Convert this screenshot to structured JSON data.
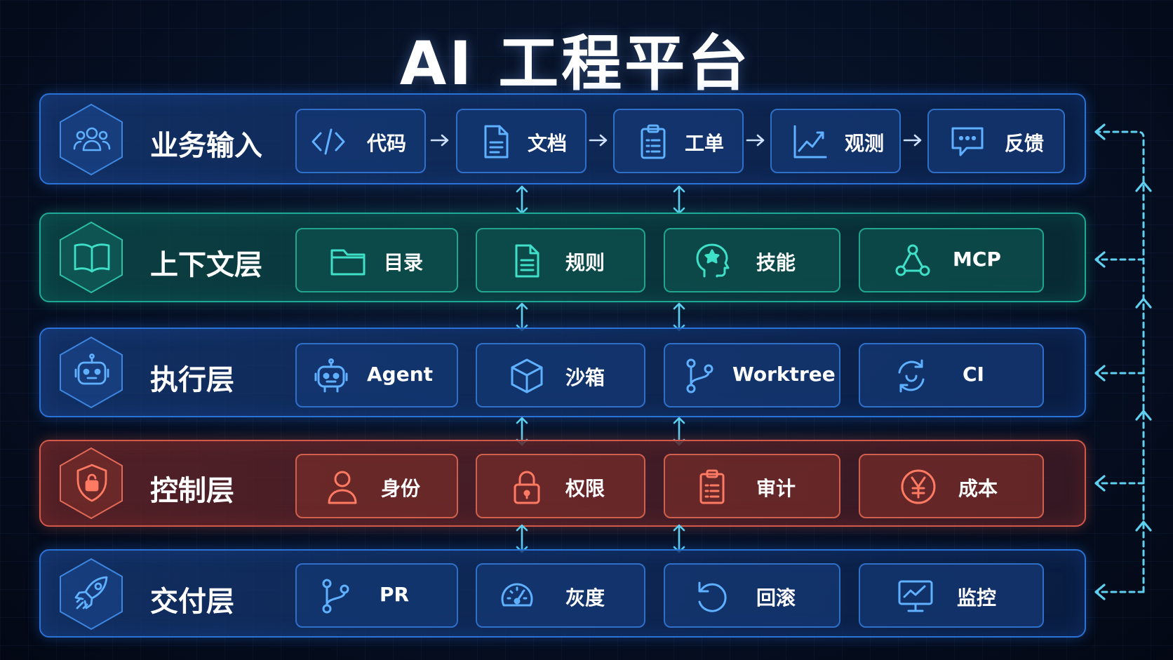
{
  "title": "AI 工程平台",
  "layers": [
    {
      "label": "业务输入",
      "icon": "users-icon",
      "items": [
        {
          "label": "代码",
          "icon": "code-icon"
        },
        {
          "label": "文档",
          "icon": "document-icon"
        },
        {
          "label": "工单",
          "icon": "clipboard-icon"
        },
        {
          "label": "观测",
          "icon": "line-chart-icon"
        },
        {
          "label": "反馈",
          "icon": "chat-bubble-icon"
        }
      ]
    },
    {
      "label": "上下文层",
      "icon": "open-book-icon",
      "items": [
        {
          "label": "目录",
          "icon": "folder-icon"
        },
        {
          "label": "规则",
          "icon": "document-icon"
        },
        {
          "label": "技能",
          "icon": "head-star-icon"
        },
        {
          "label": "MCP",
          "icon": "network-icon"
        }
      ]
    },
    {
      "label": "执行层",
      "icon": "robot-icon",
      "items": [
        {
          "label": "Agent",
          "icon": "robot-icon"
        },
        {
          "label": "沙箱",
          "icon": "cube-icon"
        },
        {
          "label": "Worktree",
          "icon": "git-branch-icon"
        },
        {
          "label": "CI",
          "icon": "sync-icon"
        }
      ]
    },
    {
      "label": "控制层",
      "icon": "shield-lock-icon",
      "items": [
        {
          "label": "身份",
          "icon": "user-icon"
        },
        {
          "label": "权限",
          "icon": "lock-icon"
        },
        {
          "label": "审计",
          "icon": "clipboard-icon"
        },
        {
          "label": "成本",
          "icon": "yen-icon"
        }
      ]
    },
    {
      "label": "交付层",
      "icon": "rocket-icon",
      "items": [
        {
          "label": "PR",
          "icon": "git-branch-icon"
        },
        {
          "label": "灰度",
          "icon": "gauge-icon"
        },
        {
          "label": "回滚",
          "icon": "undo-icon"
        },
        {
          "label": "监控",
          "icon": "monitor-chart-icon"
        }
      ]
    }
  ],
  "colors": {
    "blue": "#5fb0ff",
    "teal": "#3fe0c8",
    "red": "#ff7a62",
    "connector": "#5fd0f0"
  }
}
